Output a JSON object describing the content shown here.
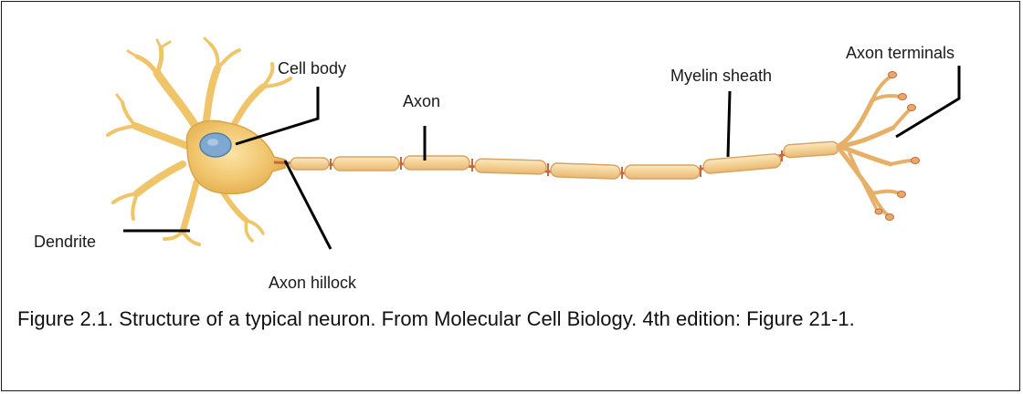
{
  "figure": {
    "labels": {
      "cell_body": "Cell body",
      "axon": "Axon",
      "myelin_sheath": "Myelin sheath",
      "axon_terminals": "Axon terminals",
      "dendrite": "Dendrite",
      "axon_hillock": "Axon hillock"
    },
    "caption": "Figure 2.1. Structure of a typical neuron. From  Molecular Cell Biology. 4th edition: Figure 21-1."
  },
  "colors": {
    "cell_fill": "#f0c56a",
    "cell_stroke": "#d9a444",
    "myelin_fill": "#f5d9a3",
    "myelin_stroke": "#d7a463",
    "axon_core": "#c8683a",
    "nucleus": "#6f9fc9",
    "leader_line": "#000000"
  }
}
